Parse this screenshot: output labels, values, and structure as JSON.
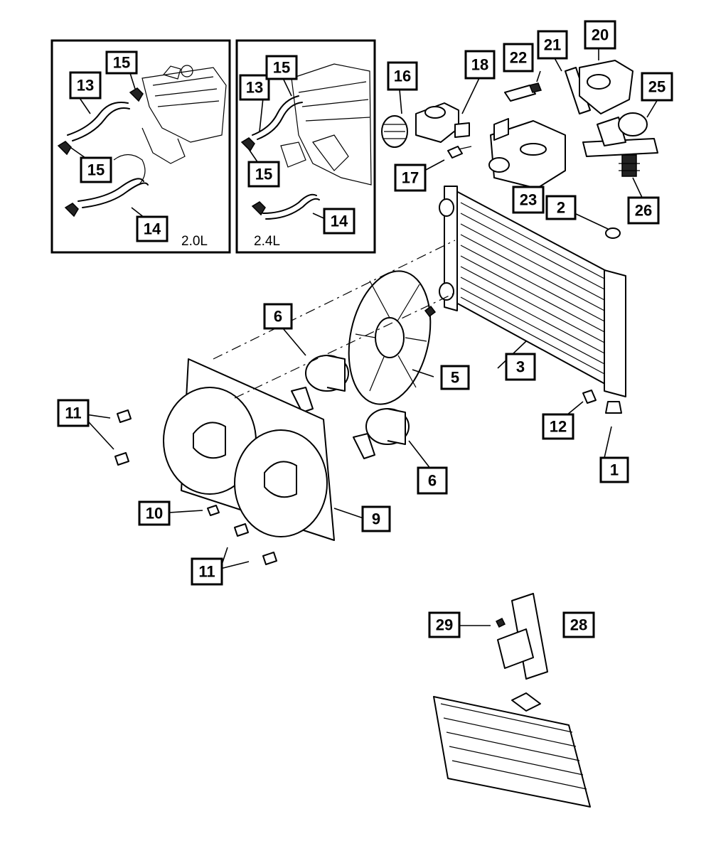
{
  "diagram": {
    "inset_engine_labels": [
      "2.0L",
      "2.4L"
    ],
    "part_numbers": [
      "1",
      "2",
      "3",
      "5",
      "6",
      "9",
      "10",
      "11",
      "12",
      "13",
      "14",
      "15",
      "16",
      "17",
      "18",
      "20",
      "21",
      "22",
      "23",
      "25",
      "26",
      "28",
      "29"
    ]
  },
  "labels": {
    "l1": "1",
    "l2": "2",
    "l3": "3",
    "l5": "5",
    "l6a": "6",
    "l6b": "6",
    "l9": "9",
    "l10": "10",
    "l11a": "11",
    "l11b": "11",
    "l12": "12",
    "l13a": "13",
    "l13b": "13",
    "l14a": "14",
    "l14b": "14",
    "l15a": "15",
    "l15b": "15",
    "l15c": "15",
    "l15d": "15",
    "l16": "16",
    "l17": "17",
    "l18": "18",
    "l20": "20",
    "l21": "21",
    "l22": "22",
    "l23": "23",
    "l25": "25",
    "l26": "26",
    "l28": "28",
    "l29": "29",
    "inset_a": "2.0L",
    "inset_b": "2.4L"
  }
}
